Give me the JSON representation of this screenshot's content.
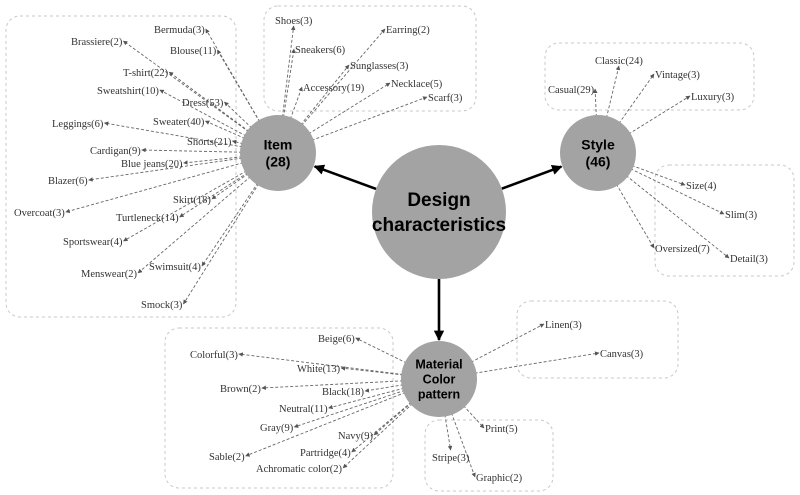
{
  "center": {
    "lines": [
      "Design",
      "characteristics"
    ]
  },
  "hubs": [
    {
      "id": "item",
      "lines": [
        "Item",
        "(28)"
      ],
      "leaves": [
        "Bermuda(3)",
        "Brassiere(2)",
        "Blouse(11)",
        "T-shirt(22)",
        "Sweatshirt(10)",
        "Dress(53)",
        "Leggings(6)",
        "Sweater(40)",
        "Shorts(21)",
        "Cardigan(9)",
        "Blue jeans(20)",
        "Blazer(6)",
        "Skirt(18)",
        "Overcoat(3)",
        "Turtleneck(14)",
        "Sportswear(4)",
        "Swimsuit(4)",
        "Menswear(2)",
        "Smock(3)",
        "Shoes(3)",
        "Sneakers(6)",
        "Earring(2)",
        "Accessory(19)",
        "Sunglasses(3)",
        "Necklace(5)",
        "Scarf(3)"
      ]
    },
    {
      "id": "style",
      "lines": [
        "Style",
        "(46)"
      ],
      "leaves": [
        "Casual(29)",
        "Classic(24)",
        "Vintage(3)",
        "Luxury(3)",
        "Size(4)",
        "Slim(3)",
        "Oversized(7)",
        "Detail(3)"
      ]
    },
    {
      "id": "material",
      "lines": [
        "Material",
        "Color",
        "pattern"
      ],
      "leaves": [
        "Beige(6)",
        "Colorful(3)",
        "White(13)",
        "Brown(2)",
        "Black(18)",
        "Neutral(11)",
        "Gray(9)",
        "Navy(9)",
        "Partridge(4)",
        "Sable(2)",
        "Achromatic color(2)",
        "Linen(3)",
        "Canvas(3)",
        "Print(5)",
        "Stripe(3)",
        "Graphic(2)"
      ]
    }
  ]
}
